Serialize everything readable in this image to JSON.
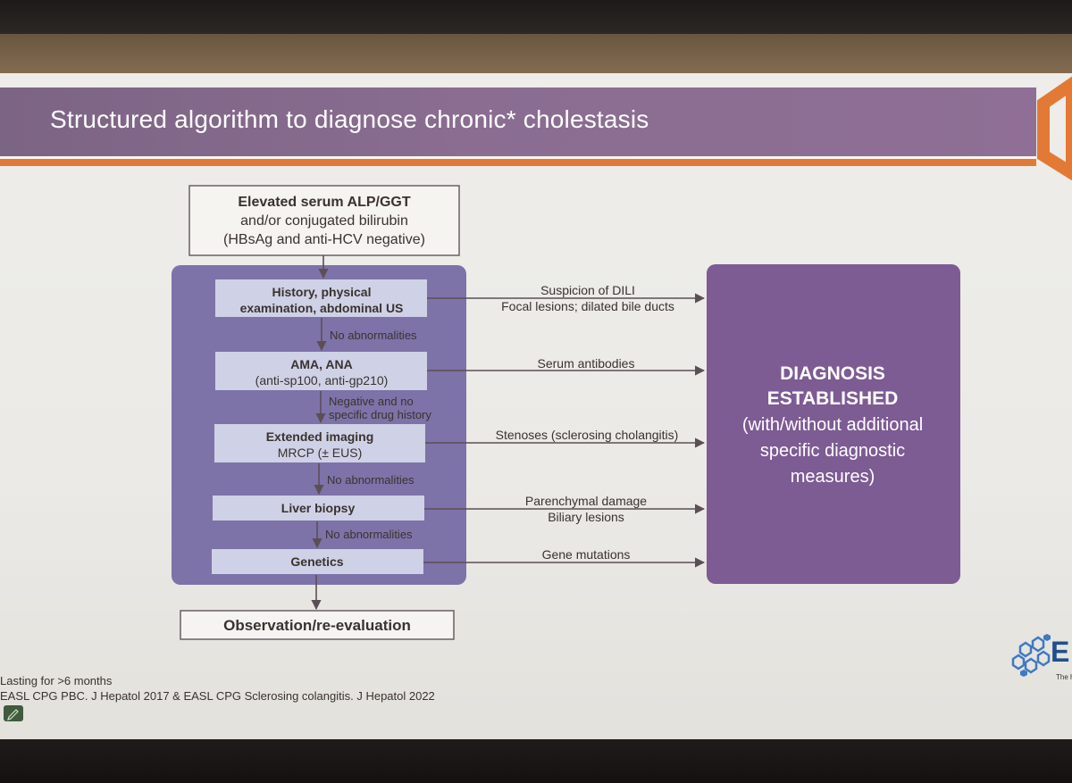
{
  "slide": {
    "title": "Structured algorithm to diagnose chronic* cholestasis",
    "colors": {
      "title_band": "#8a6d91",
      "accent_orange": "#e27a35",
      "left_panel": "#7d73a8",
      "step_box": "#cfd1e6",
      "diagnosis_box": "#7d5b93"
    }
  },
  "diagram": {
    "start_box": {
      "line1": "Elevated serum ALP/GGT",
      "line2": "and/or conjugated bilirubin",
      "line3": "(HBsAg and anti-HCV negative)"
    },
    "steps": [
      {
        "line1": "History, physical",
        "line2": "examination, abdominal US"
      },
      {
        "line1": "AMA, ANA",
        "line2": "(anti-sp100, anti-gp210)"
      },
      {
        "line1": "Extended imaging",
        "line2": "MRCP (± EUS)"
      },
      {
        "line1": "Liver biopsy"
      },
      {
        "line1": "Genetics"
      }
    ],
    "step_transitions": [
      {
        "line1": "No abnormalities"
      },
      {
        "line1": "Negative and no",
        "line2": "specific drug history"
      },
      {
        "line1": "No abnormalities"
      },
      {
        "line1": "No abnormalities"
      }
    ],
    "findings": [
      {
        "line1": "Suspicion of DILI",
        "line2": "Focal lesions; dilated bile ducts"
      },
      {
        "line1": "Serum antibodies"
      },
      {
        "line1": "Stenoses (sclerosing cholangitis)"
      },
      {
        "line1": "Parenchymal damage",
        "line2": "Biliary lesions"
      },
      {
        "line1": "Gene mutations"
      }
    ],
    "diagnosis_box": {
      "line1": "DIAGNOSIS",
      "line2": "ESTABLISHED",
      "line3": "(with/without additional",
      "line4": "specific diagnostic",
      "line5": "measures)"
    },
    "end_box": {
      "text": "Observation/re-evaluation"
    }
  },
  "footnotes": {
    "line1": "Lasting for >6 months",
    "line2": "EASL CPG PBC. J Hepatol 2017 & EASL CPG Sclerosing colangitis. J Hepatol 2022"
  },
  "logos": {
    "easl_letter": "E",
    "easl_tagline": "The h",
    "corner_icon": "hexagon-logo-icon",
    "pen_icon": "pen-icon"
  }
}
